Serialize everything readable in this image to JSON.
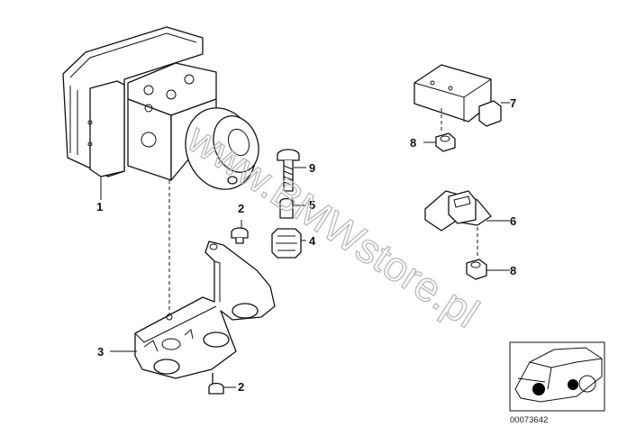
{
  "watermark": "www.BMWstore.pl",
  "diagram_number": "00073642",
  "callouts": {
    "c1": "1",
    "c2a": "2",
    "c2b": "2",
    "c3": "3",
    "c4": "4",
    "c5": "5",
    "c6": "6",
    "c7": "7",
    "c8a": "8",
    "c8b": "8",
    "c9": "9"
  },
  "icons": [
    "abs-hydraulic-unit-icon",
    "bracket-icon",
    "bolt-icon",
    "sensor-icon",
    "nut-icon",
    "car-location-thumbnail-icon"
  ]
}
